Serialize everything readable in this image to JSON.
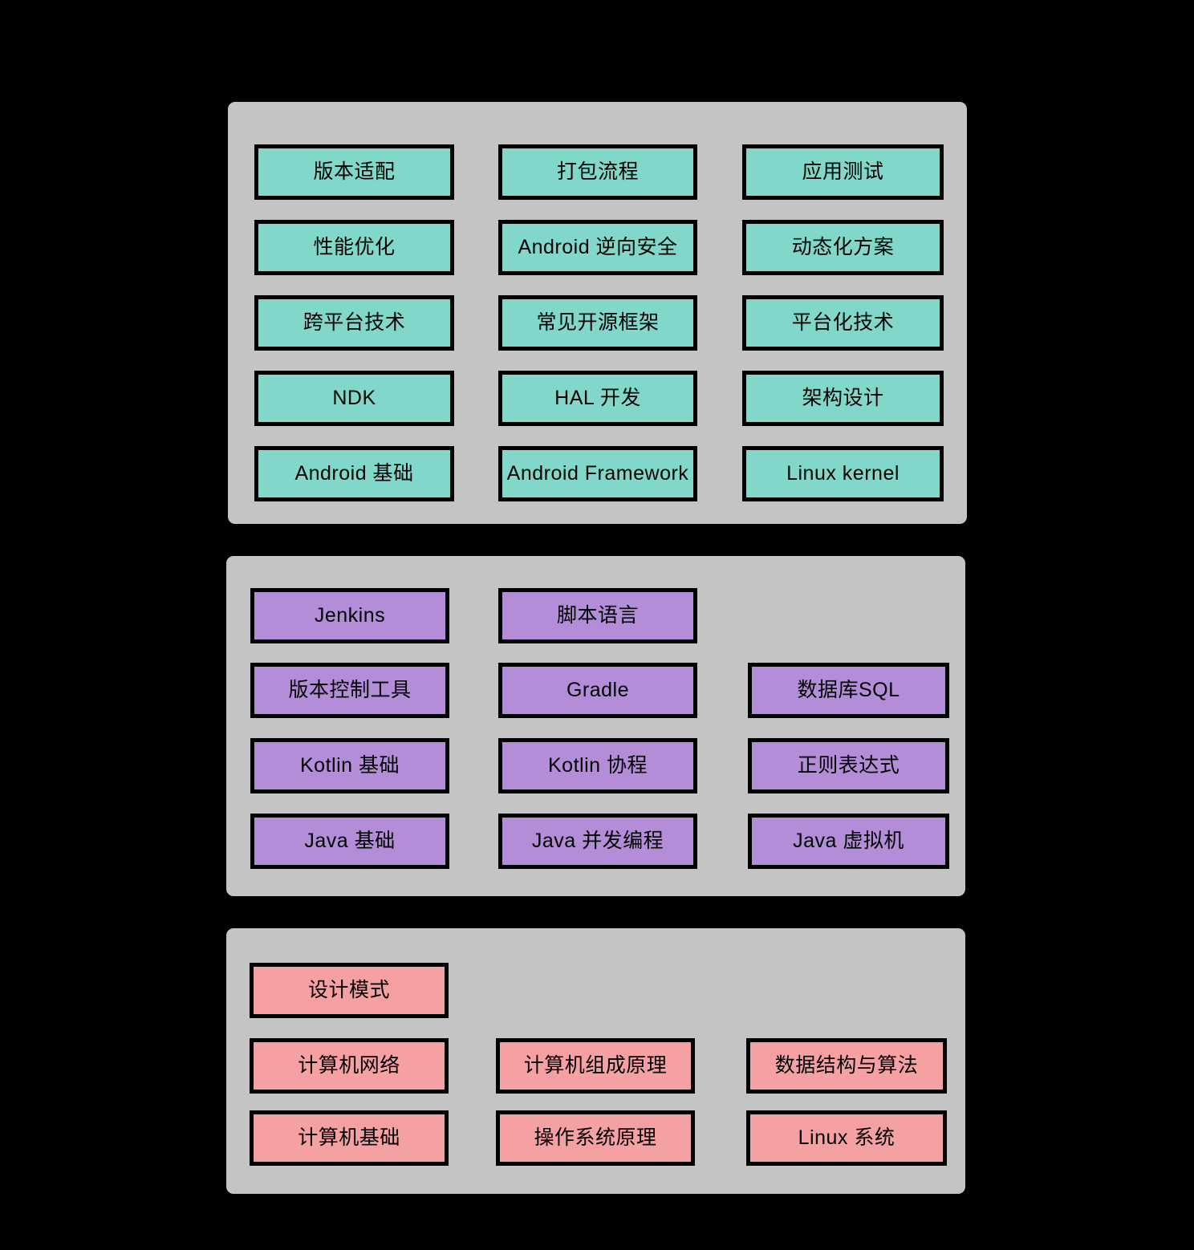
{
  "diagram": {
    "type": "layered-grid",
    "background_color": "#000000",
    "panel_color": "#c4c4c4",
    "border_color": "#000000",
    "panels": [
      {
        "id": "android",
        "accent_color": "#81d8ca",
        "columns": 3,
        "rows": [
          [
            "版本适配",
            "打包流程",
            "应用测试"
          ],
          [
            "性能优化",
            "Android 逆向安全",
            "动态化方案"
          ],
          [
            "跨平台技术",
            "常见开源框架",
            "平台化技术"
          ],
          [
            "NDK",
            "HAL 开发",
            "架构设计"
          ],
          [
            "Android 基础",
            "Android Framework",
            "Linux kernel"
          ]
        ]
      },
      {
        "id": "language",
        "accent_color": "#b38dd8",
        "columns": 3,
        "rows": [
          [
            "Jenkins",
            "脚本语言",
            ""
          ],
          [
            "版本控制工具",
            "Gradle",
            "数据库SQL"
          ],
          [
            "Kotlin 基础",
            "Kotlin 协程",
            "正则表达式"
          ],
          [
            "Java 基础",
            "Java 并发编程",
            "Java 虚拟机"
          ]
        ]
      },
      {
        "id": "basics",
        "accent_color": "#f5a1a4",
        "columns": 3,
        "rows": [
          [
            "设计模式",
            "",
            ""
          ],
          [
            "计算机网络",
            "计算机组成原理",
            "数据结构与算法"
          ],
          [
            "计算机基础",
            "操作系统原理",
            "Linux 系统"
          ]
        ]
      }
    ]
  }
}
